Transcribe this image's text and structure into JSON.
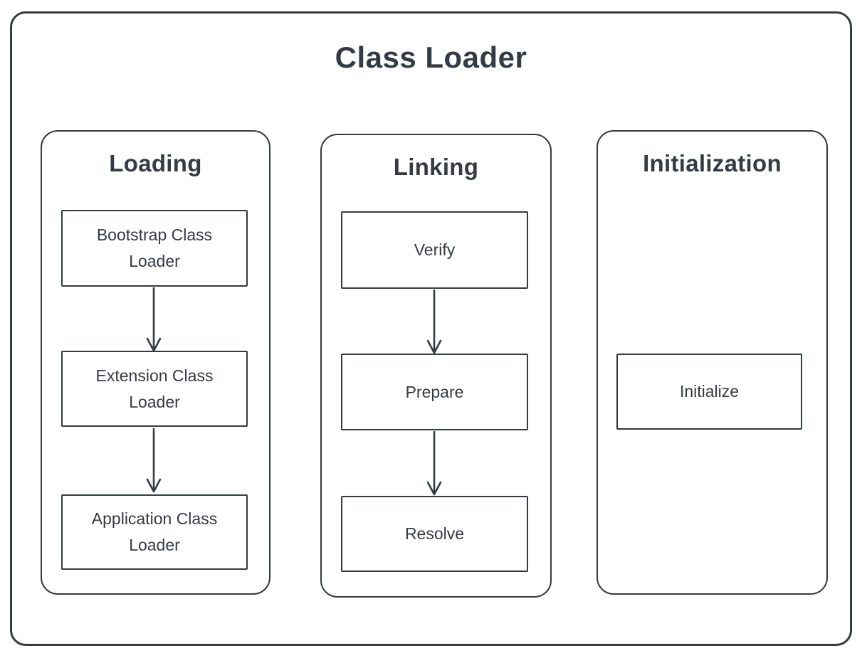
{
  "title": "Class Loader",
  "colors": {
    "stroke": "#343b44",
    "background": "#ffffff"
  },
  "sections": [
    {
      "title": "Loading",
      "items": [
        "Bootstrap Class Loader",
        "Extension Class Loader",
        "Application Class Loader"
      ]
    },
    {
      "title": "Linking",
      "items": [
        "Verify",
        "Prepare",
        "Resolve"
      ]
    },
    {
      "title": "Initialization",
      "items": [
        "Initialize"
      ]
    }
  ]
}
